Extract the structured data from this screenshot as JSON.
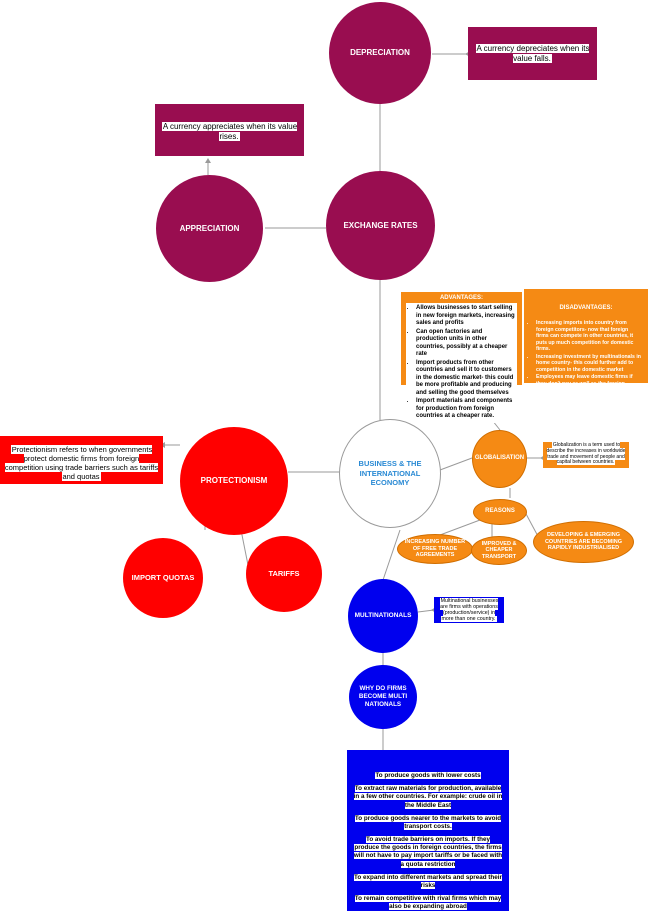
{
  "nodes": {
    "depreciation": "DEPRECIATION",
    "exchange_rates": "EXCHANGE RATES",
    "appreciation": "APPRECIATION",
    "center": "BUSINESS & THE INTERNATIONAL ECONOMY",
    "protectionism": "PROTECTIONISM",
    "import_quotas": "IMPORT QUOTAS",
    "tariffs": "TARIFFS",
    "globalisation": "GLOBALISATION",
    "reasons": "REASONS",
    "free_trade": "INCREASING NUMBER OF FREE TRADE AGREEMENTS",
    "transport": "IMPROVED & CHEAPER TRANSPORT",
    "developing": "DEVELOPING & EMERGING COUNTRIES ARE BECOMING RAPIDLY INDUSTRIALISED",
    "multinationals": "MULTINATIONALS",
    "why_firms": "WHY DO FIRMS BECOME MULTI NATIONALS"
  },
  "notes": {
    "depreciation": "A currency depreciates when its value falls.",
    "appreciation": "A currency appreciates when its value rises.",
    "protectionism": "Protectionism refers to when governments protect domestic firms from foreign competition using trade barriers such as tariffs and quotas",
    "globalisation": "Globalization is a term used to describe the increases in worldwide trade and movement of people and capital between countries.",
    "multinationals": "Multinational businesses are firms with operations (production/service) in more than one country."
  },
  "advantages": {
    "title": "ADVANTAGES:",
    "items": [
      "Allows businesses to start selling in new foreign markets, increasing sales and profits",
      "Can open factories and production units in other countries, possibly at a cheaper rate",
      "Import products from other countries and sell it to customers in the domestic market- this could be more profitable and producing and selling the good themselves",
      "Import materials and components for production from foreign countries at a cheaper rate."
    ]
  },
  "disadvantages": {
    "title": "DISADVANTAGES:",
    "items": [
      "Increasing imports into country from foreign competitors- now that foreign firms can compete in other countries, it puts up much competition for domestic firms.",
      "Increasing investment by multinationals in home country- this could further add to competition in the domestic market",
      "Employees may leave domestic firms if they don't pay as well as the foreign multinationals in the country"
    ]
  },
  "reasons_list": [
    "To produce goods with lower costs",
    "To extract raw materials for production, available in a few other countries. For example: crude oil in the Middle East",
    "To produce goods nearer to the markets to avoid transport costs.",
    "To avoid trade barriers on imports. If they produce the goods in foreign countries, the firms will not have to pay import tariffs or be faced with a quota restriction",
    "To expand into different markets and spread their risks",
    "To remain competitive with rival firms which may also be expanding abroad"
  ],
  "colors": {
    "maroon": "#990d50",
    "red": "#ff0000",
    "blue": "#0000ee",
    "orange": "#f58a14",
    "center_text": "#2a8ad4"
  }
}
